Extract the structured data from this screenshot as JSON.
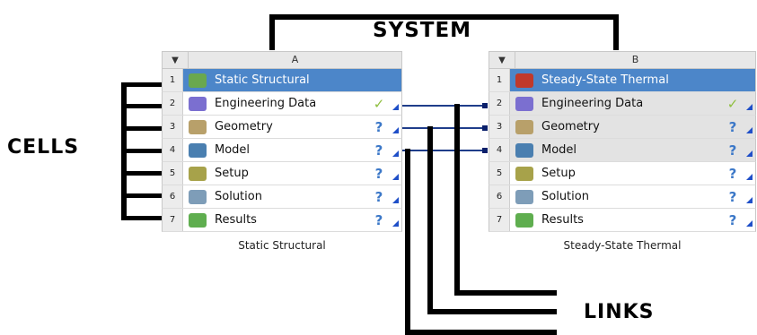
{
  "labels": {
    "system": "SYSTEM",
    "cells": "CELLS",
    "links": "LINKS"
  },
  "systems": [
    {
      "column": "A",
      "footer": "Static Structural",
      "rows": [
        {
          "num": "1",
          "label": "Static Structural",
          "icon": "static-structural-icon",
          "status": ""
        },
        {
          "num": "2",
          "label": "Engineering Data",
          "icon": "engineering-data-icon",
          "status": "check"
        },
        {
          "num": "3",
          "label": "Geometry",
          "icon": "geometry-icon",
          "status": "refresh"
        },
        {
          "num": "4",
          "label": "Model",
          "icon": "model-icon",
          "status": "refresh"
        },
        {
          "num": "5",
          "label": "Setup",
          "icon": "setup-icon",
          "status": "refresh"
        },
        {
          "num": "6",
          "label": "Solution",
          "icon": "solution-icon",
          "status": "refresh"
        },
        {
          "num": "7",
          "label": "Results",
          "icon": "results-icon",
          "status": "refresh"
        }
      ]
    },
    {
      "column": "B",
      "footer": "Steady-State Thermal",
      "rows": [
        {
          "num": "1",
          "label": "Steady-State Thermal",
          "icon": "thermal-icon",
          "status": ""
        },
        {
          "num": "2",
          "label": "Engineering Data",
          "icon": "engineering-data-icon",
          "status": "check"
        },
        {
          "num": "3",
          "label": "Geometry",
          "icon": "geometry-icon",
          "status": "refresh"
        },
        {
          "num": "4",
          "label": "Model",
          "icon": "model-icon",
          "status": "refresh"
        },
        {
          "num": "5",
          "label": "Setup",
          "icon": "setup-icon",
          "status": "refresh"
        },
        {
          "num": "6",
          "label": "Solution",
          "icon": "solution-icon",
          "status": "refresh"
        },
        {
          "num": "7",
          "label": "Results",
          "icon": "results-icon",
          "status": "refresh"
        }
      ]
    }
  ],
  "colors": {
    "selected": "#4c86c9",
    "link": "#1f3d8a",
    "check": "#8fbf3f",
    "refresh": "#3c78c8"
  }
}
